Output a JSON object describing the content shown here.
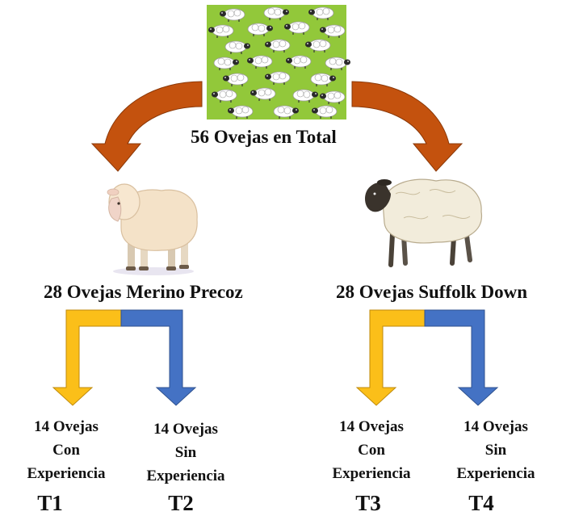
{
  "colors": {
    "main_arrow": "#c4520e",
    "main_arrow_edge": "#8a3808",
    "yellow_arrow": "#fbbf19",
    "yellow_edge": "#bf8a0a",
    "blue_arrow": "#4472c4",
    "blue_edge": "#2f528f",
    "field": "#92c83a",
    "text": "#111111"
  },
  "root": {
    "label": "56 Ovejas en Total",
    "image_icon": "flock-of-sheep-icon"
  },
  "breeds": [
    {
      "label": "28 Ovejas Merino Precoz",
      "image_icon": "merino-sheep-icon",
      "groups": [
        {
          "lines": [
            "14 Ovejas",
            "Con",
            "Experiencia"
          ],
          "tag": "T1"
        },
        {
          "lines": [
            "14 Ovejas",
            "Sin",
            "Experiencia"
          ],
          "tag": "T2"
        }
      ]
    },
    {
      "label": "28 Ovejas Suffolk Down",
      "image_icon": "suffolk-sheep-icon",
      "groups": [
        {
          "lines": [
            "14 Ovejas",
            "Con",
            "Experiencia"
          ],
          "tag": "T3"
        },
        {
          "lines": [
            "14 Ovejas",
            "Sin",
            "Experiencia"
          ],
          "tag": "T4"
        }
      ]
    }
  ]
}
